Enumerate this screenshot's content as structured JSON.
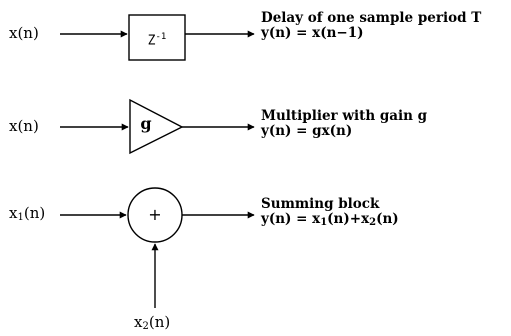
{
  "delay": {
    "input_label": "x(n)",
    "block_label": "Z",
    "block_exponent": "-1",
    "title": "Delay of one sample period T",
    "equation": "y(n) = x(n−1)"
  },
  "multiplier": {
    "input_label": "x(n)",
    "block_label": "g",
    "title": "Multiplier with gain g",
    "equation": "y(n) = gx(n)"
  },
  "summer": {
    "input1_base": "x",
    "input1_sub": "1",
    "input1_suffix": "(n)",
    "input2_base": "x",
    "input2_sub": "2",
    "input2_suffix": "(n)",
    "block_symbol": "+",
    "title": "Summing block",
    "equation_parts": {
      "lhs": "y(n) = x",
      "sub1": "1",
      "mid": "(n)+x",
      "sub2": "2",
      "end": "(n)"
    }
  },
  "colors": {
    "ink": "#000000",
    "background": "#ffffff"
  }
}
